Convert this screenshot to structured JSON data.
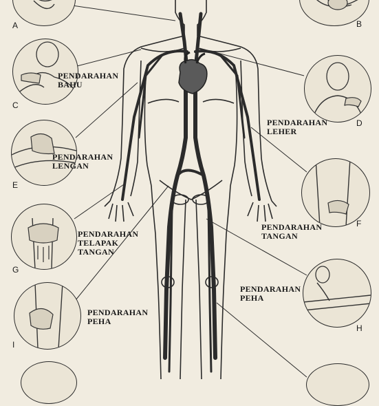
{
  "colors": {
    "background": "#f1ece0",
    "ink": "#1a1a1a",
    "vessel": "#2b2b2b",
    "heart": "#5a5a5a"
  },
  "panels": [
    {
      "id": "A",
      "letter": "A"
    },
    {
      "id": "B",
      "letter": "B"
    },
    {
      "id": "C",
      "letter": "C"
    },
    {
      "id": "D",
      "letter": "D"
    },
    {
      "id": "E",
      "letter": "E"
    },
    {
      "id": "F",
      "letter": "F"
    },
    {
      "id": "G",
      "letter": "G"
    },
    {
      "id": "H",
      "letter": "H"
    },
    {
      "id": "I",
      "letter": "I"
    }
  ],
  "labels": {
    "bahu": [
      "PENDARAHAN",
      "BAHU"
    ],
    "leher": [
      "PENDARAHAN",
      "LEHER"
    ],
    "lengan": [
      "PENDARAHAN",
      "LENGAN"
    ],
    "tangan": [
      "PENDARAHAN",
      "TANGAN"
    ],
    "telapak": [
      "PENDARAHAN",
      "TELAPAK",
      "TANGAN"
    ],
    "peha_right": [
      "PENDARAHAN",
      "PEHA"
    ],
    "peha_left": [
      "PENDARAHAN",
      "PEHA"
    ]
  }
}
